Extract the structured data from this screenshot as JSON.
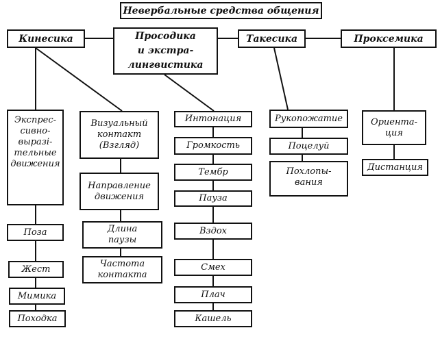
{
  "title": "Невербальные средства общения",
  "categories": {
    "kinesics": "Кинесика",
    "prosody": "Просодика\nи экстра-\nлингвистика",
    "takesics": "Такесика",
    "proxemics": "Проксемика"
  },
  "kinesics_children": {
    "expressive": "Экспрес-\nсивно-\nвыразі-\nтельные\nдвижения",
    "expressive_items": [
      "Поза",
      "Жест",
      "Мимика",
      "Походка"
    ],
    "visual": "Визуальный\nконтакт\n(Взгляд)",
    "visual_items": [
      "Направление\nдвижения",
      "Длина\nпаузы",
      "Частота\nконтакта"
    ]
  },
  "prosody_items": [
    "Интонация",
    "Громкость",
    "Тембр",
    "Пауза",
    "Вздох",
    "Смех",
    "Плач",
    "Кашель"
  ],
  "takesics_items": [
    "Рукопожатие",
    "Поцелуй",
    "Похлопы-\nвания"
  ],
  "proxemics_items": [
    "Ориента-\nция",
    "Дистанция"
  ]
}
